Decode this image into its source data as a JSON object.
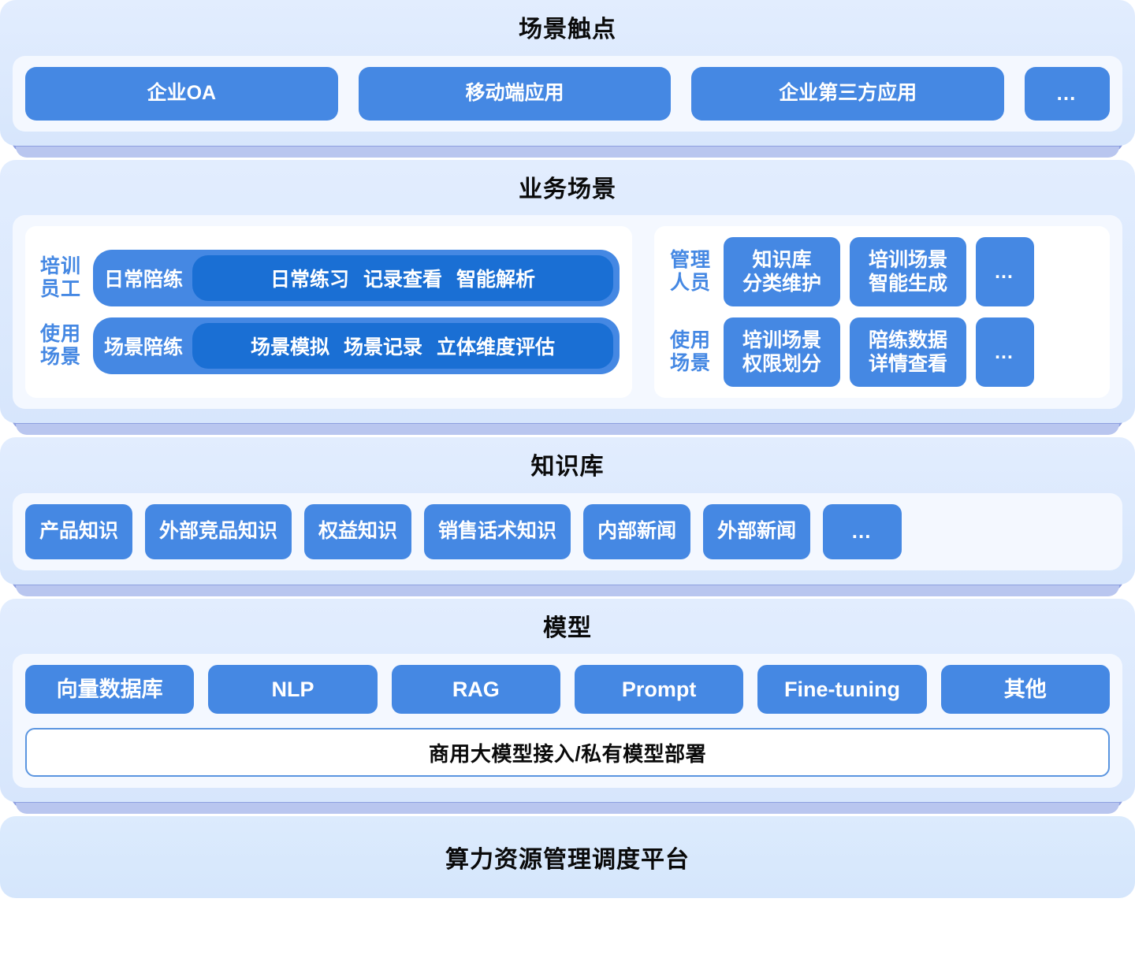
{
  "layers": [
    {
      "title": "场景触点",
      "items": [
        {
          "label": "企业OA"
        },
        {
          "label": "移动端应用"
        },
        {
          "label": "企业第三方应用"
        },
        {
          "label": "…",
          "is_dots": true
        }
      ]
    },
    {
      "title": "业务场景",
      "left": {
        "rows": [
          {
            "role_line1": "培训",
            "role_line2": "员工",
            "main": "日常陪练",
            "subs": [
              "日常练习",
              "记录查看",
              "智能解析"
            ]
          },
          {
            "role_line1": "使用",
            "role_line2": "场景",
            "main": "场景陪练",
            "subs": [
              "场景模拟",
              "场景记录",
              "立体维度评估"
            ]
          }
        ]
      },
      "right": {
        "rows": [
          {
            "role_line1": "管理",
            "role_line2": "人员",
            "cards": [
              {
                "line1": "知识库",
                "line2": "分类维护"
              },
              {
                "line1": "培训场景",
                "line2": "智能生成"
              }
            ],
            "dots": "…"
          },
          {
            "role_line1": "使用",
            "role_line2": "场景",
            "cards": [
              {
                "line1": "培训场景",
                "line2": "权限划分"
              },
              {
                "line1": "陪练数据",
                "line2": "详情查看"
              }
            ],
            "dots": "…"
          }
        ]
      }
    },
    {
      "title": "知识库",
      "items": [
        {
          "label": "产品知识"
        },
        {
          "label": "外部竞品知识"
        },
        {
          "label": "权益知识"
        },
        {
          "label": "销售话术知识"
        },
        {
          "label": "内部新闻"
        },
        {
          "label": "外部新闻"
        },
        {
          "label": "…",
          "is_dots": true
        }
      ]
    },
    {
      "title": "模型",
      "items": [
        {
          "label": "向量数据库"
        },
        {
          "label": "NLP"
        },
        {
          "label": "RAG"
        },
        {
          "label": "Prompt"
        },
        {
          "label": "Fine-tuning"
        },
        {
          "label": "其他"
        }
      ],
      "banner": "商用大模型接入/私有模型部署"
    },
    {
      "title": "算力资源管理调度平台"
    }
  ],
  "colors": {
    "pill_blue": "#4588e3",
    "pill_blue_dark": "#1a6fd4",
    "layer_bg": "#dbe8fd",
    "panel_bg": "#f4f8ff",
    "shelf": "#8d9fe0",
    "title_text": "#0a0a0a",
    "role_text": "#4588e3"
  }
}
